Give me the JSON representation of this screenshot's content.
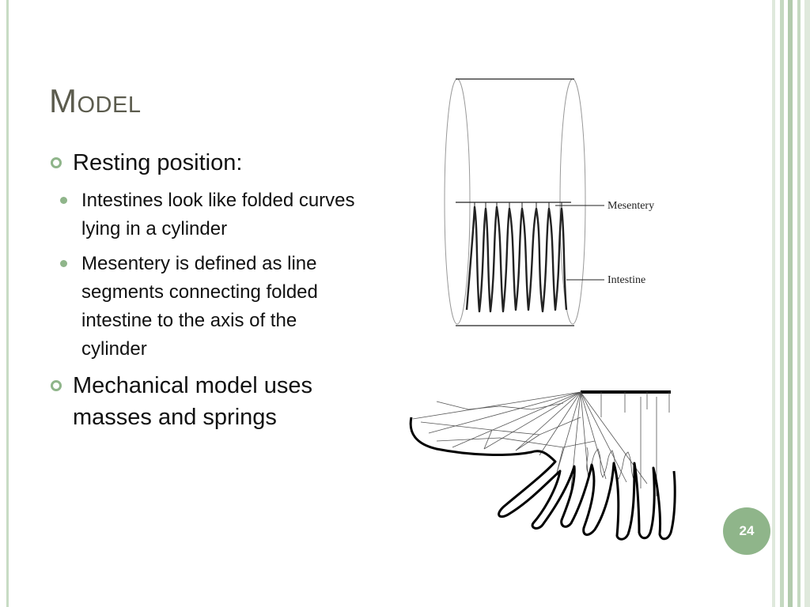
{
  "slide": {
    "title": "Model",
    "page_number": "24",
    "colors": {
      "accent": "#8fb58a",
      "title": "#5c5c4e",
      "frame": "#c8dcc4"
    }
  },
  "bullets": [
    {
      "text": "Resting position:",
      "subitems": [
        "Intestines look like folded curves lying in a cylinder",
        "Mesentery is defined as line segments connecting folded intestine to the axis of the cylinder"
      ]
    },
    {
      "text": "Mechanical model uses masses and springs"
    }
  ],
  "figure_top": {
    "labels": {
      "mesentery": "Mesentery",
      "intestine": "Intestine"
    }
  }
}
